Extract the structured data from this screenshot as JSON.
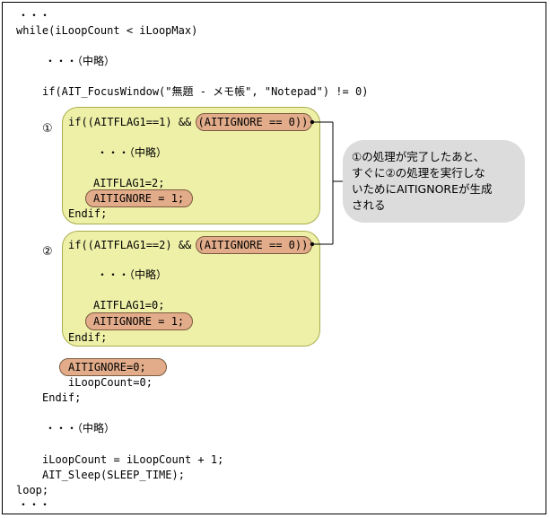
{
  "code_lines": {
    "l01": "・・・",
    "l02": "while(iLoopCount < iLoopMax)",
    "l03": "・・・（中略）",
    "l04": "if(AIT_FocusWindow(\"無題 - メモ帳\", \"Notepad\") != 0)",
    "l05": "if((AITFLAG1==1) && (AITIGNORE == 0))",
    "l06": "・・・（中略）",
    "l07": "AITFLAG1=2;",
    "l08": "AITIGNORE = 1;",
    "l09": "Endif;",
    "l10": "if((AITFLAG1==2) && (AITIGNORE == 0))",
    "l11": "・・・（中略）",
    "l12": "AITFLAG1=0;",
    "l13": "AITIGNORE = 1;",
    "l14": "Endif;",
    "l15": "AITIGNORE=0;",
    "l16": "iLoopCount=0;",
    "l17": "Endif;",
    "l18": "・・・（中略）",
    "l19": "iLoopCount = iLoopCount + 1;",
    "l20": "AIT_Sleep(SLEEP_TIME);",
    "l21": "loop;",
    "l22": "・・・"
  },
  "markers": {
    "block1": "①",
    "block2": "②"
  },
  "callout": {
    "line1": "①の処理が完了したあと、",
    "line2": "すぐに②の処理を実行しな",
    "line3": "いためにAITIGNOREが生成",
    "line4": "される"
  },
  "colors": {
    "block_fill": "#eef0a8",
    "block_border": "#a9ad4e",
    "highlight_fill": "#e2ac8a",
    "highlight_border": "#7a5a3e",
    "callout_fill": "#dcdcdc"
  }
}
